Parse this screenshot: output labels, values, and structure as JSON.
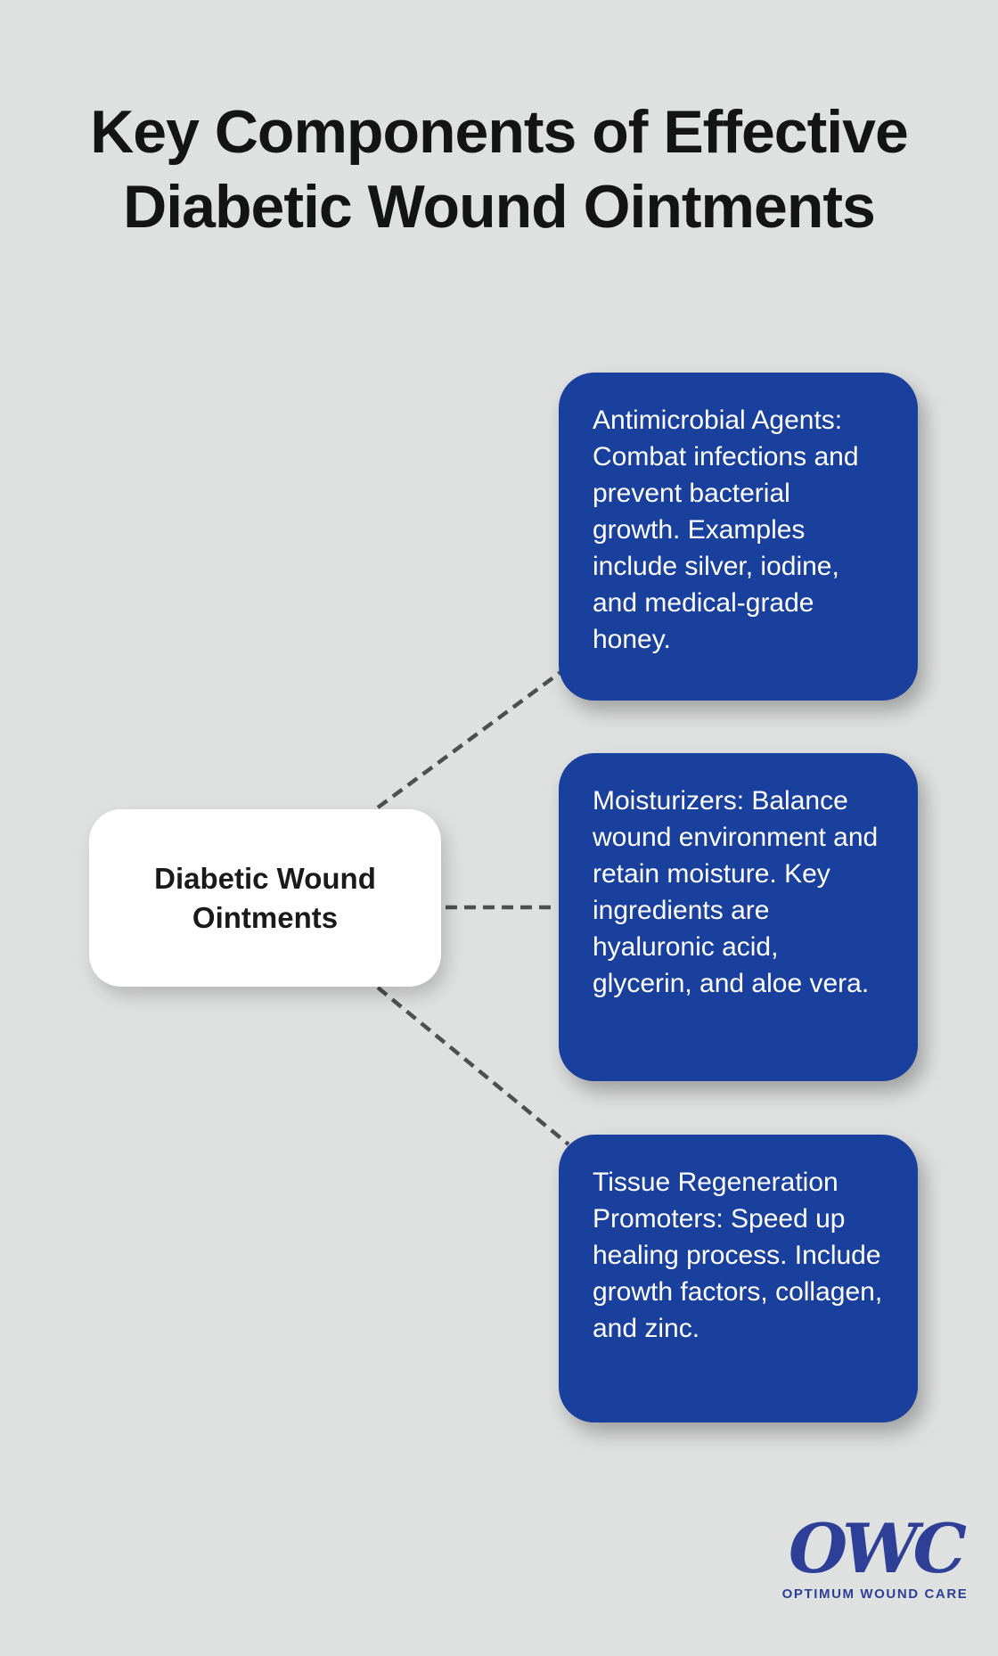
{
  "title": {
    "line1": "Key Components of Effective",
    "line2": "Diabetic Wound Ointments"
  },
  "center_node": {
    "label": "Diabetic Wound Ointments"
  },
  "cards": [
    {
      "text": "Antimicrobial Agents: Combat infections and prevent bacterial growth. Examples include silver, iodine, and medical-grade honey."
    },
    {
      "text": "Moisturizers: Balance wound environment and retain moisture. Key ingredients are hyaluronic acid, glycerin, and aloe vera."
    },
    {
      "text": "Tissue Regeneration Promoters: Speed up healing process. Include growth factors, collagen, and zinc."
    }
  ],
  "logo": {
    "acronym": "OWC",
    "name": "OPTIMUM WOUND CARE"
  },
  "colors": {
    "background": "#dfe0e0",
    "card_blue": "#1a409e",
    "card_text": "#ffffff",
    "title_text": "#141414",
    "center_bg": "#ffffff",
    "center_text": "#1a1a1a",
    "connector": "#4f4f4f",
    "logo_blue": "#2e3f97"
  }
}
